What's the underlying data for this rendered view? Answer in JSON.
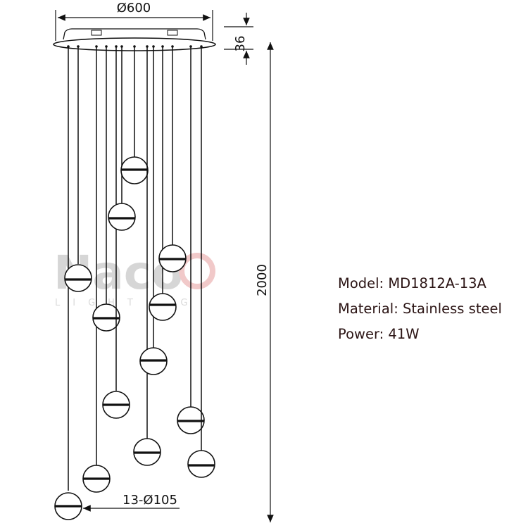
{
  "dimensions": {
    "diameter": "Ø600",
    "canopy_height": "36",
    "total_height": "2000",
    "globe_size": "13-Ø105"
  },
  "watermark": {
    "brand": "Naco",
    "tagline": "LIGHTING"
  },
  "specs": {
    "model": "Model: MD1812A-13A",
    "material": "Material: Stainless steel",
    "power": "Power: 41W"
  },
  "colors": {
    "line": "#111111",
    "spec_text": "#2b1414",
    "watermark": "#d6d6d6"
  }
}
